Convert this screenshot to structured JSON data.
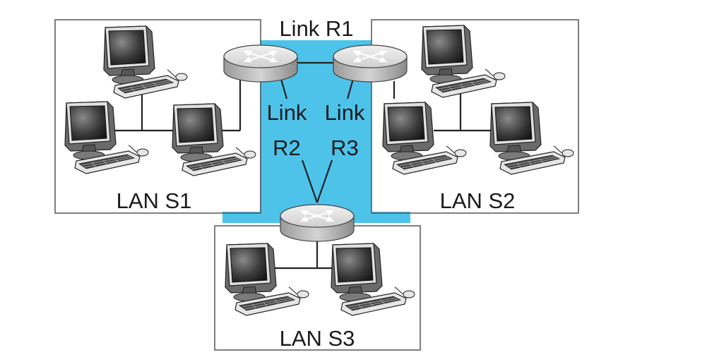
{
  "labels": {
    "link_r1": "Link R1",
    "link_r2_line1": "Link",
    "link_r2_line2": "R2",
    "link_r3_line1": "Link",
    "link_r3_line2": "R3",
    "lan_s1": "LAN S1",
    "lan_s2": "LAN S2",
    "lan_s3": "LAN S3"
  },
  "colors": {
    "link_area": "#4ec3ea",
    "box_border": "#555555",
    "wire": "#222222"
  },
  "icons": {
    "router": "router-icon",
    "computer": "computer-icon"
  }
}
